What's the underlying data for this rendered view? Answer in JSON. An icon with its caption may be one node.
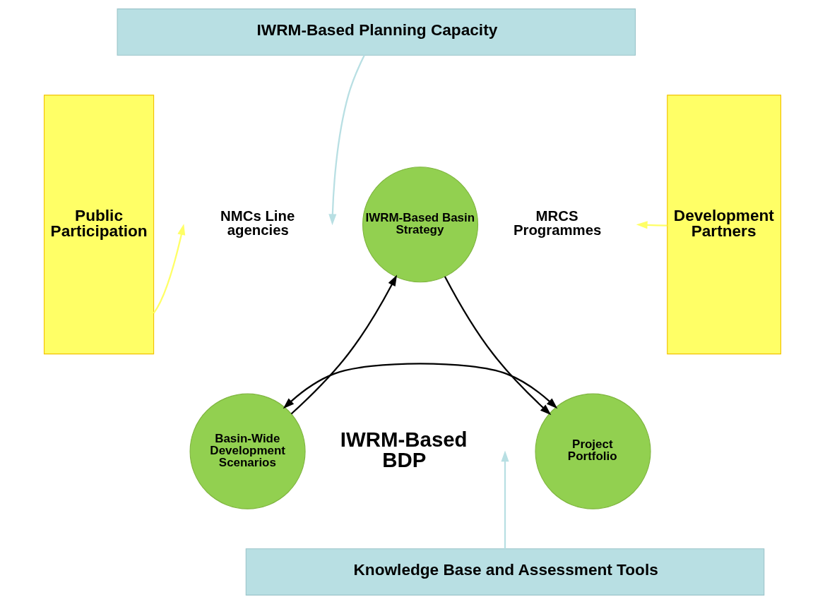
{
  "diagram": {
    "nodes": [
      {
        "text": [
          "IWRM-Based Planning Capacity"
        ]
      },
      {
        "text": [
          "Knowledge Base and Assessment Tools"
        ]
      },
      {
        "text": [
          "Public Participation"
        ]
      },
      {
        "text": [
          "Development Partners"
        ]
      },
      {
        "text": [
          "IWRM-Based Basin Strategy"
        ]
      },
      {
        "text": [
          "Basin-Wide Development Scenarios"
        ]
      },
      {
        "text": [
          "Project Portfolio"
        ]
      }
    ],
    "edges": [
      {
        "from": 0,
        "to": null,
        "arrow": "to",
        "color": "#b8dfe3"
      },
      {
        "from": 1,
        "to": null,
        "arrow": "to",
        "color": "#b8dfe3"
      },
      {
        "from": 2,
        "to": null,
        "arrow": "to",
        "color": "#ffff66"
      },
      {
        "from": 3,
        "to": null,
        "arrow": "to",
        "color": "#ffff66"
      },
      {
        "from": 5,
        "to": 4,
        "arrow": "to"
      },
      {
        "from": 4,
        "to": 6,
        "arrow": "to"
      },
      {
        "from": 5,
        "to": 6,
        "arrow": "both"
      }
    ],
    "labels": [
      "NMCs Line agencies",
      "MRCS Programmes",
      "IWRM-Based BDP"
    ]
  }
}
